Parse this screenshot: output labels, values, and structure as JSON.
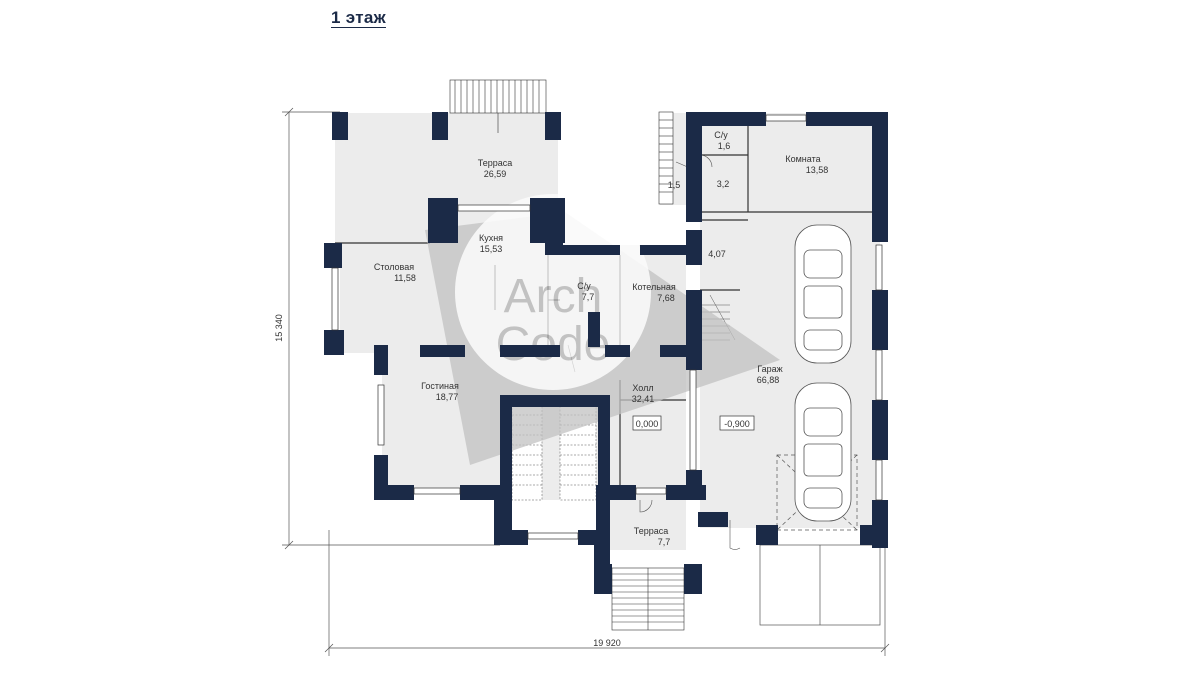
{
  "title": "1 этаж",
  "colors": {
    "wall": "#1b2a47",
    "floor": "#ececec",
    "watermark": "#b8b8b8"
  },
  "watermark": {
    "line1": "Arch",
    "line2": "Code"
  },
  "rooms": {
    "terrace_top": {
      "name": "Терраса",
      "area": "26,59"
    },
    "kitchen": {
      "name": "Кухня",
      "area": "15,53"
    },
    "dining": {
      "name": "Столовая",
      "area": "11,58"
    },
    "wc_center": {
      "name": "С/у",
      "area": "7,7"
    },
    "boiler": {
      "name": "Котельная",
      "area": "7,68"
    },
    "living": {
      "name": "Гостиная",
      "area": "18,77"
    },
    "hall": {
      "name": "Холл",
      "area": "32,41"
    },
    "terrace_front": {
      "name": "Терраса",
      "area": "7,7"
    },
    "wc_small": {
      "name": "С/у",
      "area": "1,6"
    },
    "room": {
      "name": "Комната",
      "area": "13,58"
    },
    "garage": {
      "name": "Гараж",
      "area": "66,88"
    },
    "vestibule": {
      "area": "4,07"
    },
    "corridor": {
      "area": "3,2"
    },
    "porch": {
      "area": "1,5"
    }
  },
  "levels": {
    "house": "0,000",
    "garage": "-0,900"
  },
  "dimensions": {
    "width": "19 920",
    "height": "15 340"
  }
}
